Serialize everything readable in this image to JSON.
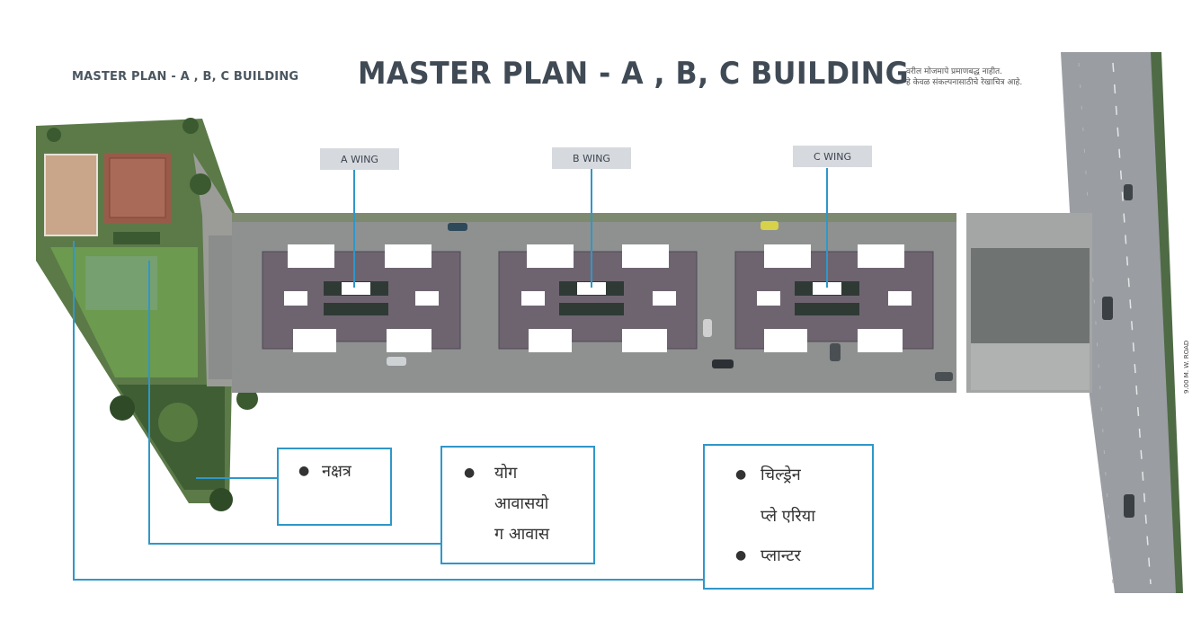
{
  "header": {
    "small_title": "MASTER PLAN - A , B, C BUILDING",
    "main_title": "MASTER PLAN - A , B, C BUILDING",
    "disclaimer_line1": "वरील मोजमापे प्रमाणबद्ध नाहीत.",
    "disclaimer_line2": "हे केवळ संकल्पनासाठीचे रेखाचित्र आहे."
  },
  "wings": [
    {
      "label": "A WING"
    },
    {
      "label": "B WING"
    },
    {
      "label": "C WING"
    }
  ],
  "road_label": "9.00 M. W. ROAD",
  "amenity_boxes": [
    {
      "items": [
        "नक्षत्र"
      ]
    },
    {
      "items": [
        "योग",
        "आवासयो",
        "ग आवास"
      ]
    },
    {
      "items": [
        "चिल्ड्रेन",
        "प्ले एरिया",
        "प्लान्टर"
      ]
    }
  ],
  "colors": {
    "accent_line": "#2f97c9",
    "title": "#3f4a55",
    "pavement": "#8e9190",
    "roof": "#6e6470",
    "road": "#9a9da2",
    "lawn": "#4e7a3a"
  }
}
